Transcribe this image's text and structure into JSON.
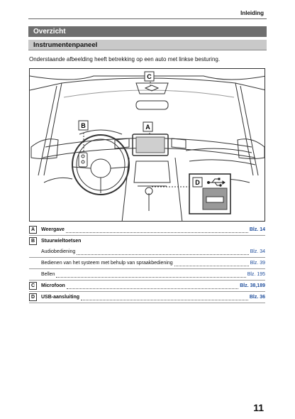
{
  "header": {
    "chapter": "Inleiding"
  },
  "section_title": "Overzicht",
  "subsection_title": "Instrumentenpaneel",
  "intro_text": "Onderstaande afbeelding heeft betrekking op een auto met linkse besturing.",
  "figure": {
    "callouts": {
      "a": "A",
      "b": "B",
      "c": "C",
      "d": "D"
    }
  },
  "legend": [
    {
      "letter": "A",
      "label": "Weergave",
      "page": "Blz. 14",
      "bold": true
    },
    {
      "letter": "B",
      "label": "Stuurwieltoetsen",
      "bold": true
    },
    {
      "label": "Audiobediening",
      "page": "Blz. 34"
    },
    {
      "label": "Bedienen van het systeem met behulp van spraakbediening",
      "page": "Blz. 39"
    },
    {
      "label": "Bellen",
      "page": "Blz. 195"
    },
    {
      "letter": "C",
      "label": "Microfoon",
      "page": "Blz. 38,189",
      "bold": true
    },
    {
      "letter": "D",
      "label": "USB-aansluiting",
      "page": "Blz. 36",
      "bold": true
    }
  ],
  "page_number": "11"
}
